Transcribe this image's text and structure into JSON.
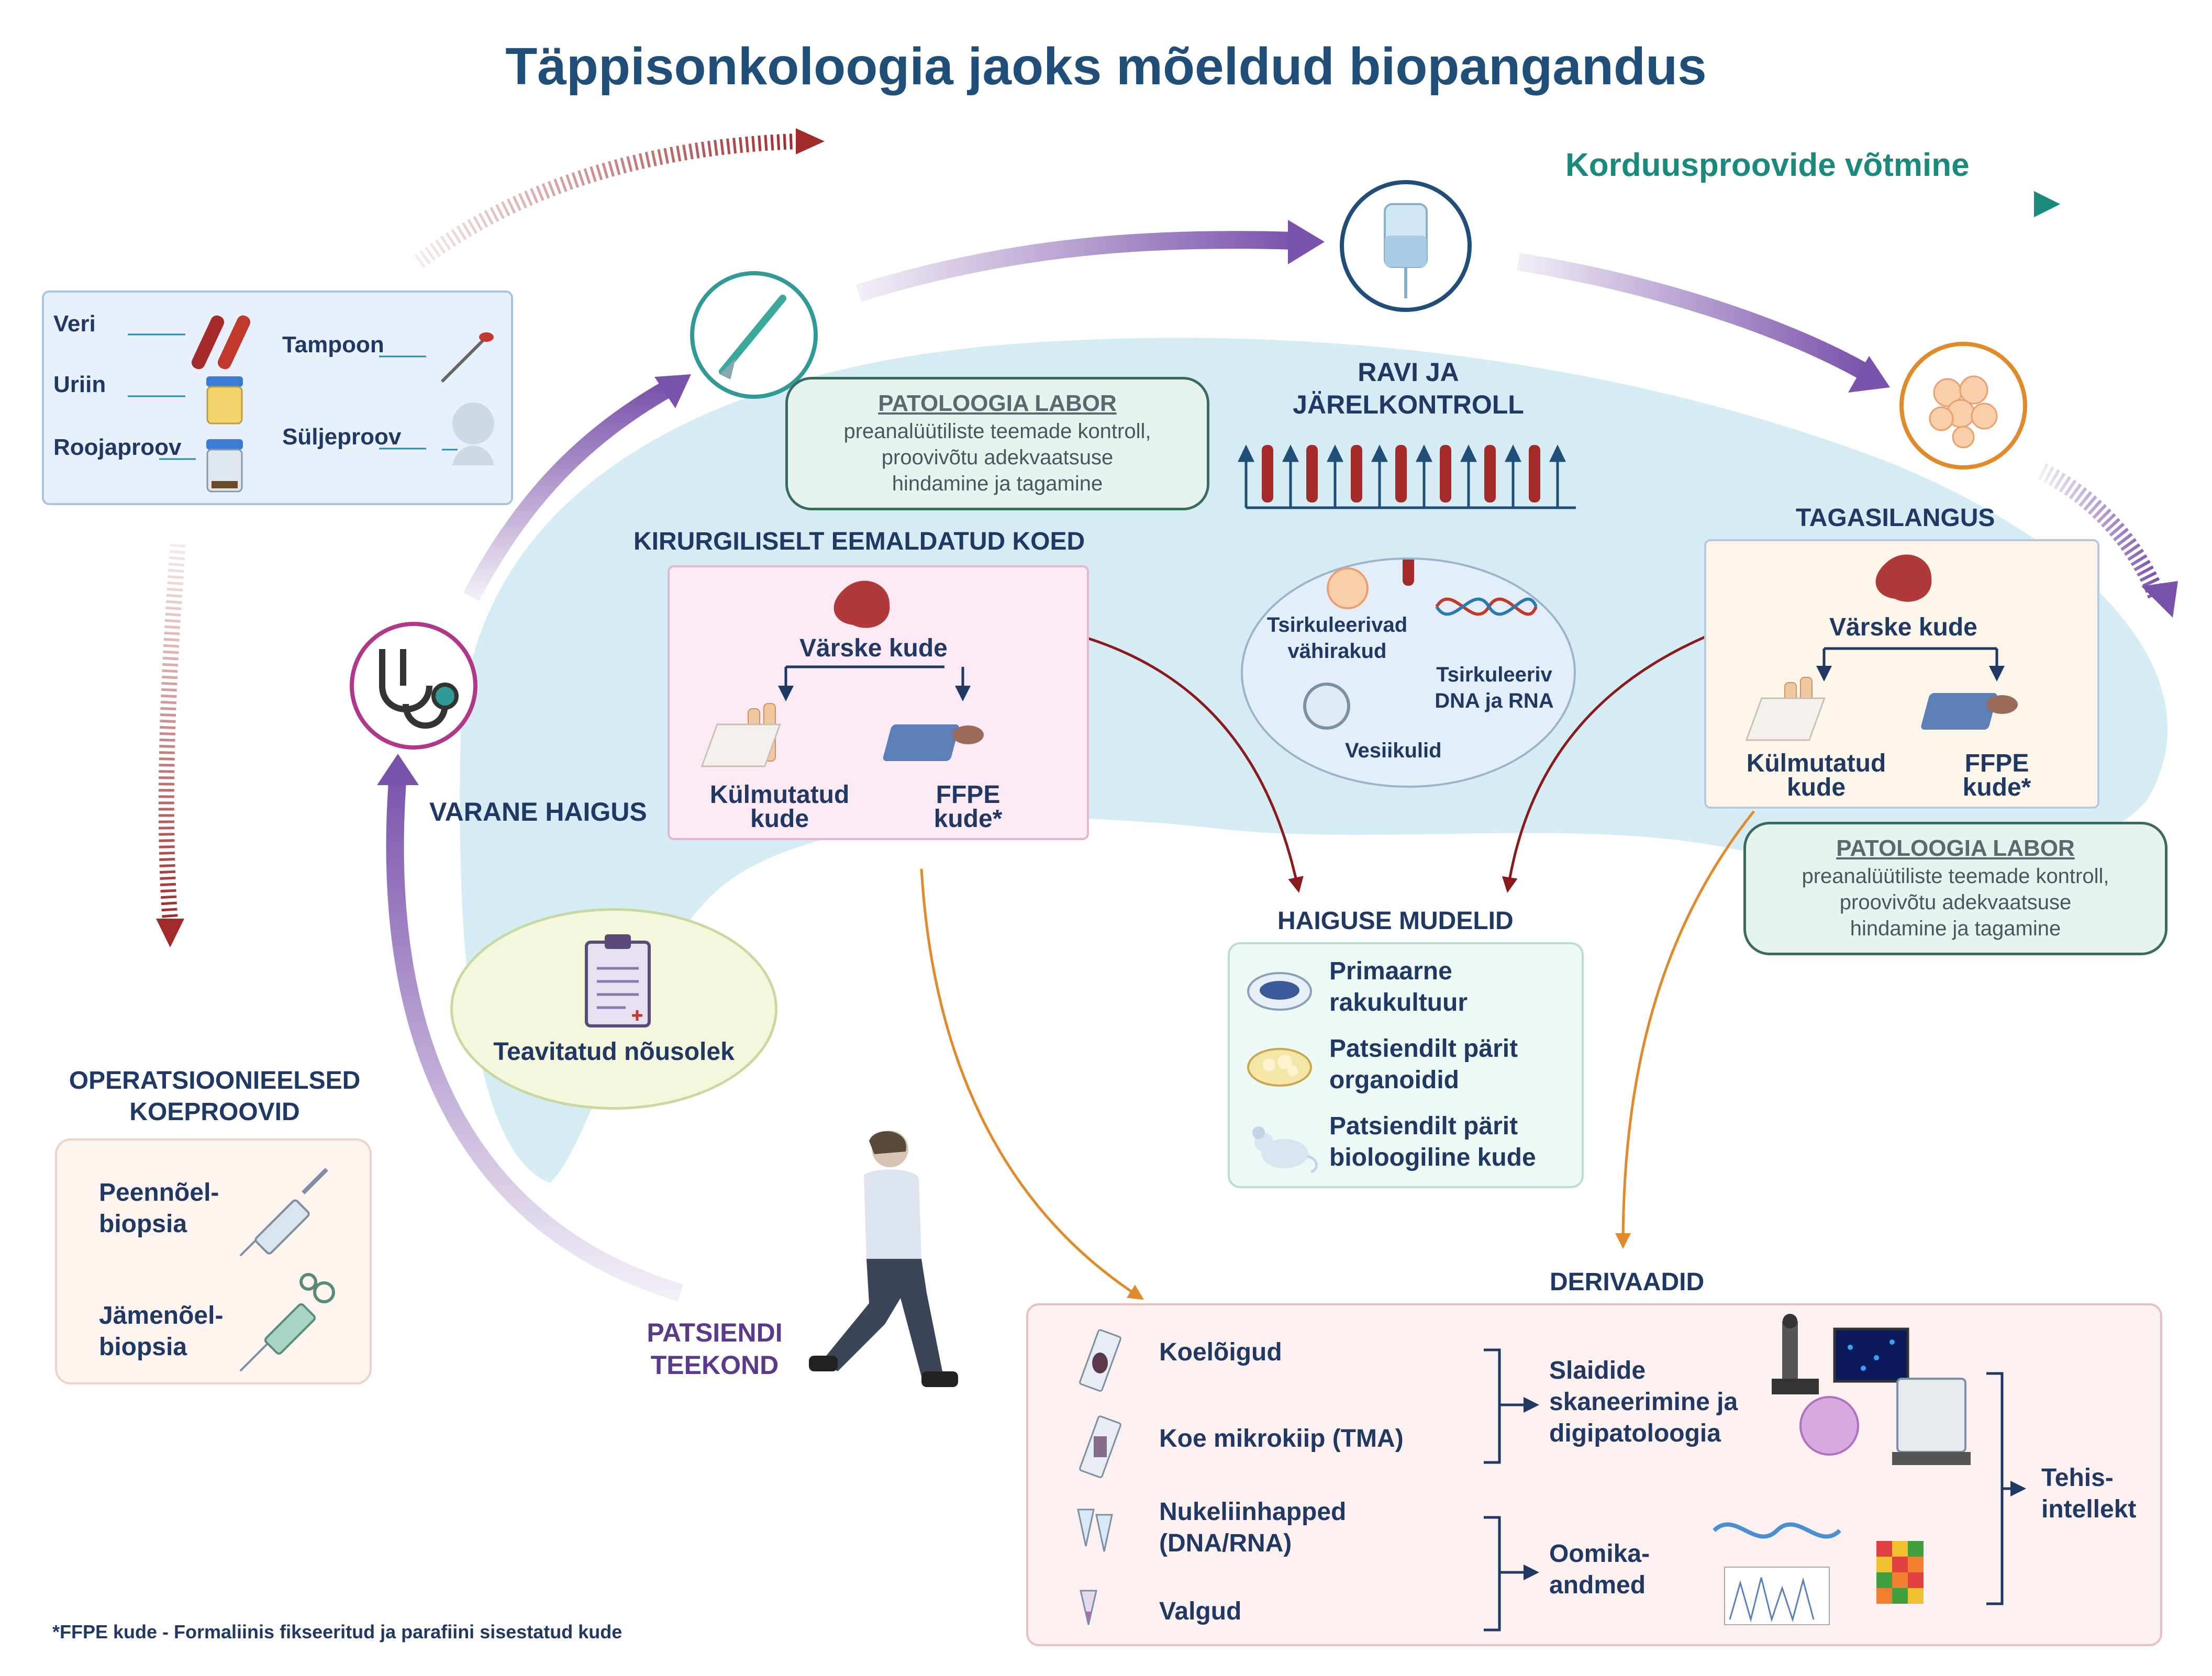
{
  "title": "Täppisonkoloogia jaoks mõeldud biopangandus",
  "repeat_sampling": "Korduusproovide võtmine",
  "samples_box": {
    "items": [
      "Veri",
      "Uriin",
      "Roojaproov",
      "Tampoon",
      "Süljeproov"
    ]
  },
  "pathology_lab_top": {
    "title": "PATOLOOGIA LABOR",
    "line1": "preanalüütiliste teemade kontroll,",
    "line2": "proovivõtu adekvaatsuse",
    "line3": "hindamine ja tagamine"
  },
  "pathology_lab_bottom": {
    "title": "PATOLOOGIA LABOR",
    "line1": "preanalüütiliste teemade kontroll,",
    "line2": "proovivõtu adekvaatsuse",
    "line3": "hindamine ja tagamine"
  },
  "treatment": {
    "line1": "RAVI JA",
    "line2": "JÄRELKONTROLL"
  },
  "liquid": {
    "ctc1": "Tsirkuleerivad",
    "ctc2": "vähirakud",
    "dna1": "Tsirkuleeriv",
    "dna2": "DNA ja RNA",
    "vesicles": "Vesiikulid"
  },
  "surgical": {
    "heading": "KIRURGILISELT EEMALDATUD KOED",
    "fresh": "Värske kude",
    "frozen1": "Külmutatud",
    "frozen2": "kude",
    "ffpe1": "FFPE",
    "ffpe2": "kude*"
  },
  "relapse": {
    "heading": "TAGASILANGUS",
    "fresh": "Värske kude",
    "frozen1": "Külmutatud",
    "frozen2": "kude",
    "ffpe1": "FFPE",
    "ffpe2": "kude*"
  },
  "early_disease": "VARANE HAIGUS",
  "consent": "Teavitatud nõusolek",
  "patient_journey": {
    "line1": "PATSIENDI",
    "line2": "TEEKOND"
  },
  "preop": {
    "heading1": "OPERATSIOONIEELSED",
    "heading2": "KOEPROOVID",
    "fna1": "Peennõel-",
    "fna2": "biopsia",
    "core1": "Jämenõel-",
    "core2": "biopsia"
  },
  "models": {
    "heading": "HAIGUSE MUDELID",
    "m1a": "Primaarne",
    "m1b": "rakukultuur",
    "m2a": "Patsiendilt pärit",
    "m2b": "organoidid",
    "m3a": "Patsiendilt pärit",
    "m3b": "bioloogiline kude"
  },
  "derivatives": {
    "heading": "DERIVAADID",
    "sections": "Koelõigud",
    "tma": "Koe mikrokiip (TMA)",
    "na1": "Nukeliinhapped",
    "na2": "(DNA/RNA)",
    "protein": "Valgud",
    "scan1": "Slaidide",
    "scan2": "skaneerimine ja",
    "scan3": "digipatoloogia",
    "omics1": "Oomika-",
    "omics2": "andmed",
    "ai1": "Tehis-",
    "ai2": "intellekt"
  },
  "footnote": "*FFPE kude - Formaliinis fikseeritud ja parafiini sisestatud kude",
  "colors": {
    "navy": "#1f3864",
    "teal": "#1a8a7d",
    "purple": "#7b52ab",
    "darkred": "#8b1a1a",
    "orange": "#e08a2a",
    "lightblue": "#d6ecf5"
  }
}
